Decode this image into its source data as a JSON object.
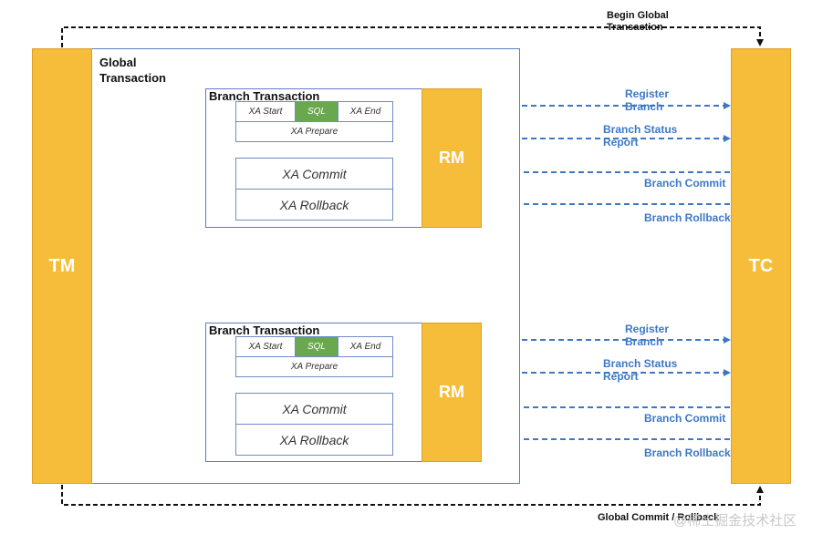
{
  "labels": {
    "begin_global": [
      "Begin Global",
      "Transaction"
    ],
    "global_transaction": [
      "Global",
      "Transaction"
    ],
    "end_global": "Global Commit / Rollback",
    "tm": "TM",
    "tc": "TC",
    "watermark": "@稀土掘金技术社区"
  },
  "branches": [
    {
      "title": "Branch Transaction",
      "xa_start": "XA Start",
      "sql": "SQL",
      "xa_end": "XA End",
      "xa_prepare": "XA Prepare",
      "xa_commit": "XA Commit",
      "xa_rollback": "XA Rollback",
      "rm": "RM",
      "arrows": {
        "register": [
          "Register",
          "Branch"
        ],
        "status": [
          "Branch Status",
          "Report"
        ],
        "commit": "Branch Commit",
        "rollback": "Branch Rollback"
      }
    },
    {
      "title": "Branch Transaction",
      "xa_start": "XA Start",
      "sql": "SQL",
      "xa_end": "XA End",
      "xa_prepare": "XA Prepare",
      "xa_commit": "XA Commit",
      "xa_rollback": "XA Rollback",
      "rm": "RM",
      "arrows": {
        "register": [
          "Register",
          "Branch"
        ],
        "status": [
          "Branch Status",
          "Report"
        ],
        "commit": "Branch Commit",
        "rollback": "Branch Rollback"
      }
    }
  ],
  "colors": {
    "component_fill": "#f5bd3a",
    "sql_fill": "#6aa84f",
    "arrow_blue": "#3d78c6",
    "frame_blue": "#5b7fbf",
    "loop_line": "#111111"
  }
}
